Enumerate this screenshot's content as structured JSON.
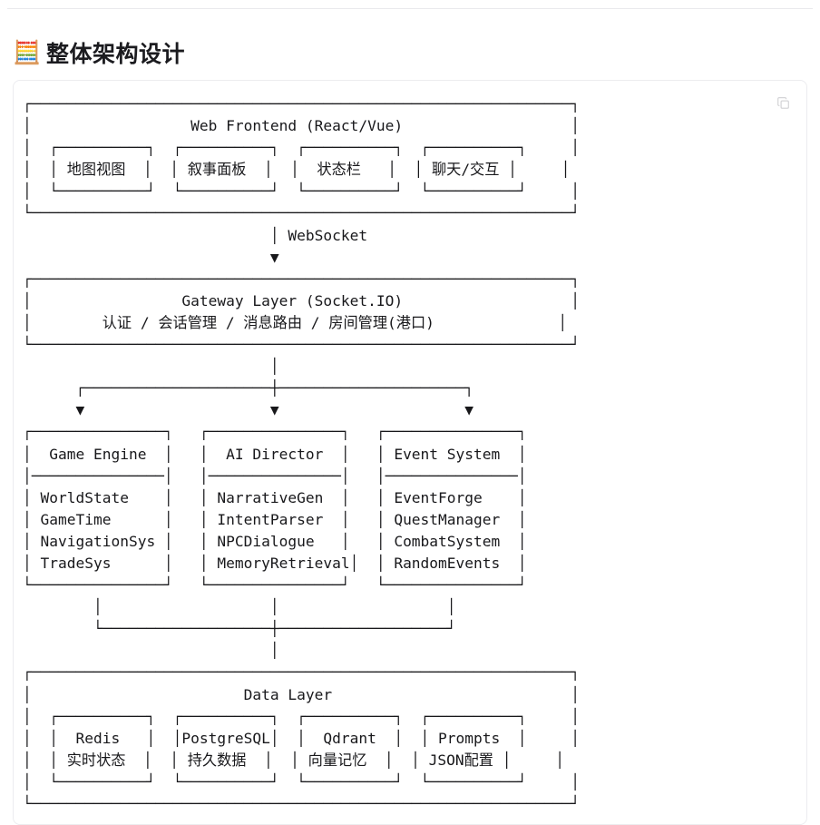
{
  "page": {
    "background": "#ffffff",
    "text_color": "#18181b",
    "divider_color": "#e9e9ec"
  },
  "heading": {
    "icon": "🧮",
    "icon_name": "abacus-icon",
    "text": "整体架构设计"
  },
  "code_block": {
    "copy_button_label": "copy-icon",
    "language": "text",
    "diagram_type": "ascii-architecture-diagram"
  },
  "diagram": {
    "layers": [
      {
        "id": "frontend",
        "title": "Web Frontend (React/Vue)",
        "boxes": [
          {
            "label": "地图视图"
          },
          {
            "label": "叙事面板"
          },
          {
            "label": "状态栏"
          },
          {
            "label": "聊天/交互"
          }
        ]
      },
      {
        "id": "gateway",
        "title": "Gateway Layer (Socket.IO)",
        "subtitle": "认证 / 会话管理 / 消息路由 / 房间管理(港口)"
      },
      {
        "id": "services",
        "columns": [
          {
            "title": "Game Engine",
            "items": [
              "WorldState",
              "GameTime",
              "NavigationSys",
              "TradeSys"
            ]
          },
          {
            "title": "AI Director",
            "items": [
              "NarrativeGen",
              "IntentParser",
              "NPCDialogue",
              "MemoryRetrieval"
            ]
          },
          {
            "title": "Event System",
            "items": [
              "EventForge",
              "QuestManager",
              "CombatSystem",
              "RandomEvents"
            ]
          }
        ]
      },
      {
        "id": "data",
        "title": "Data Layer",
        "boxes": [
          {
            "label": "Redis",
            "sublabel": "实时状态"
          },
          {
            "label": "PostgreSQL",
            "sublabel": "持久数据"
          },
          {
            "label": "Qdrant",
            "sublabel": "向量记忆"
          },
          {
            "label": "Prompts",
            "sublabel": "JSON配置"
          }
        ]
      }
    ],
    "connectors": [
      {
        "label": "WebSocket",
        "from": "frontend",
        "to": "gateway"
      },
      {
        "label": "",
        "from": "gateway",
        "to": "services"
      },
      {
        "label": "",
        "from": "services",
        "to": "data"
      }
    ],
    "ascii": "┌─────────────────────────────────────────────────────────────┐\n│                  Web Frontend (React/Vue)                   │\n│  ┌──────────┐  ┌──────────┐  ┌──────────┐  ┌──────────┐     │\n│  │ 地图视图  │  │ 叙事面板  │  │  状态栏   │  │ 聊天/交互 │     │\n│  └──────────┘  └──────────┘  └──────────┘  └──────────┘     │\n└─────────────────────────────────────────────────────────────┘\n                            │ WebSocket\n                            ▼\n┌─────────────────────────────────────────────────────────────┐\n│                 Gateway Layer (Socket.IO)                   │\n│        认证 / 会话管理 / 消息路由 / 房间管理(港口)              │\n└─────────────────────────────────────────────────────────────┘\n                            │\n      ┌─────────────────────┼─────────────────────┐\n      ▼                     ▼                     ▼\n┌───────────────┐   ┌───────────────┐   ┌───────────────┐\n│  Game Engine  │   │  AI Director  │   │ Event System  │\n│───────────────│   │───────────────│   │───────────────│\n│ WorldState    │   │ NarrativeGen  │   │ EventForge    │\n│ GameTime      │   │ IntentParser  │   │ QuestManager  │\n│ NavigationSys │   │ NPCDialogue   │   │ CombatSystem  │\n│ TradeSys      │   │ MemoryRetrieval│  │ RandomEvents  │\n└───────────────┘   └───────────────┘   └───────────────┘\n        │                   │                   │\n        └───────────────────┼───────────────────┘\n                            │\n┌─────────────────────────────────────────────────────────────┐\n│                        Data Layer                           │\n│  ┌──────────┐  ┌──────────┐  ┌──────────┐  ┌──────────┐     │\n│  │  Redis   │  │PostgreSQL│  │  Qdrant  │  │ Prompts  │     │\n│  │ 实时状态  │  │ 持久数据  │  │ 向量记忆  │  │ JSON配置 │     │\n│  └──────────┘  └──────────┘  └──────────┘  └──────────┘     │\n└─────────────────────────────────────────────────────────────┘"
  }
}
